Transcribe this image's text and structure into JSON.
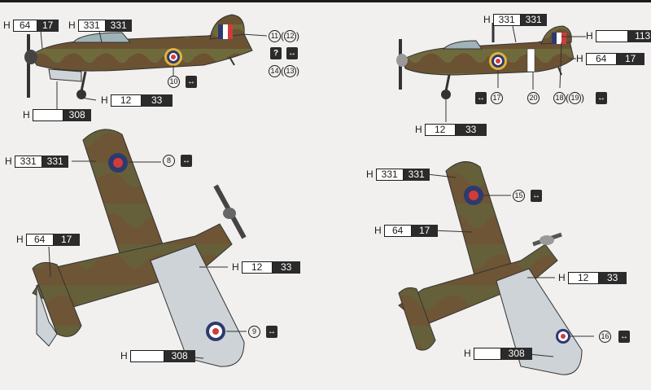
{
  "codes": {
    "top_left_1": {
      "prefix": "H",
      "white": "64",
      "dark": "17"
    },
    "top_left_2": {
      "prefix": "H",
      "white": "331",
      "dark": "331"
    },
    "top_left_3": {
      "prefix": "H",
      "white": "12",
      "dark": "33"
    },
    "top_left_4": {
      "prefix": "H",
      "white": "",
      "dark": "308"
    },
    "top_right_1": {
      "prefix": "H",
      "white": "331",
      "dark": "331"
    },
    "top_right_2": {
      "prefix": "H",
      "white": "",
      "dark": "113"
    },
    "top_right_3": {
      "prefix": "H",
      "white": "64",
      "dark": "17"
    },
    "top_right_4": {
      "prefix": "H",
      "white": "12",
      "dark": "33"
    },
    "bottom_left_1": {
      "prefix": "H",
      "white": "331",
      "dark": "331"
    },
    "bottom_left_2": {
      "prefix": "H",
      "white": "64",
      "dark": "17"
    },
    "bottom_left_3": {
      "prefix": "H",
      "white": "12",
      "dark": "33"
    },
    "bottom_left_4": {
      "prefix": "H",
      "white": "",
      "dark": "308"
    },
    "bottom_right_1": {
      "prefix": "H",
      "white": "331",
      "dark": "331"
    },
    "bottom_right_2": {
      "prefix": "H",
      "white": "64",
      "dark": "17"
    },
    "bottom_right_3": {
      "prefix": "H",
      "white": "12",
      "dark": "33"
    },
    "bottom_right_4": {
      "prefix": "H",
      "white": "",
      "dark": "308"
    }
  },
  "decals": {
    "d8": "8",
    "d9": "9",
    "d10": "10",
    "d11": "11",
    "d12": "12",
    "d13": "13",
    "d14": "14",
    "d15": "15",
    "d16": "16",
    "d17": "17",
    "d18": "18",
    "d19": "19",
    "d20": "20"
  },
  "icons": {
    "question": "?"
  },
  "colors": {
    "camo_green": "#6f6a3c",
    "camo_brown": "#6b5232",
    "underside": "#cdd3d6",
    "roundel_blue": "#2c3a6e",
    "roundel_red": "#d13b3b",
    "roundel_yellow": "#e3b23a"
  }
}
